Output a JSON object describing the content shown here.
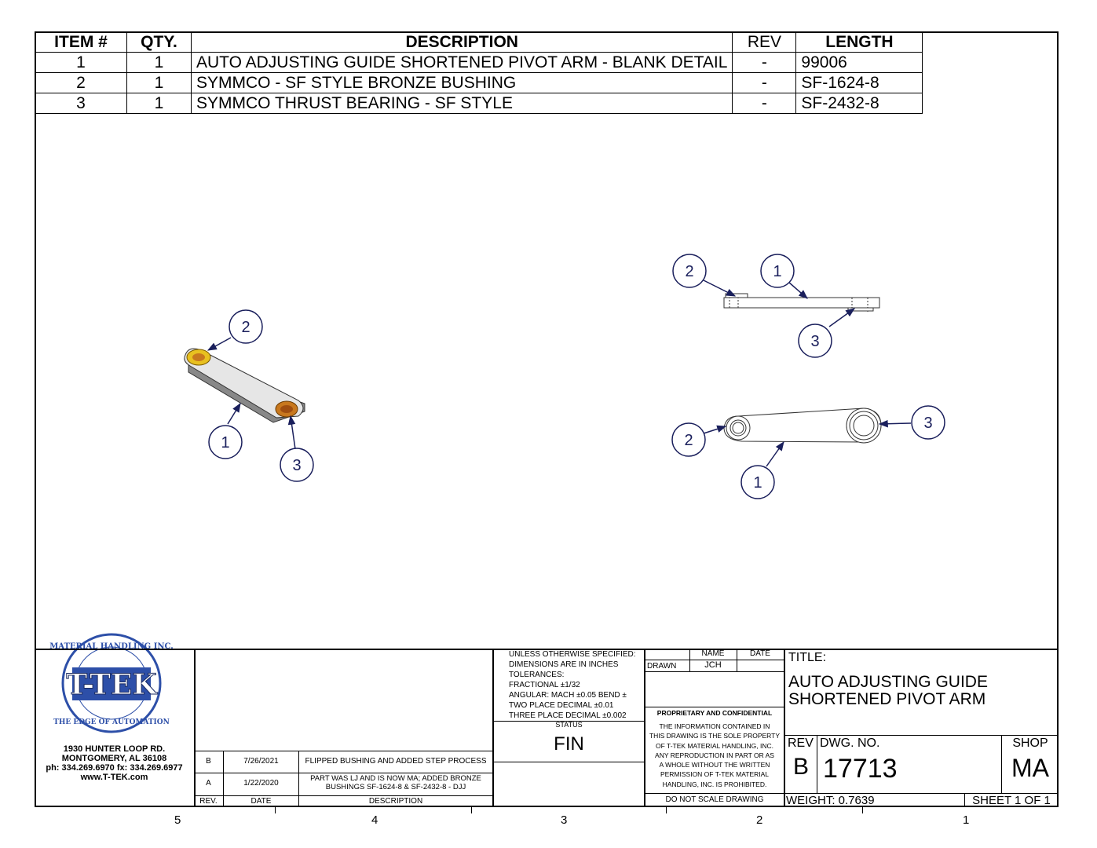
{
  "bom": {
    "headers": [
      "ITEM #",
      "QTY.",
      "DESCRIPTION",
      "REV",
      "LENGTH"
    ],
    "rows": [
      {
        "item": "1",
        "qty": "1",
        "description": "AUTO ADJUSTING GUIDE SHORTENED PIVOT ARM - BLANK DETAIL",
        "rev": "-",
        "length": "99006"
      },
      {
        "item": "2",
        "qty": "1",
        "description": "SYMMCO - SF STYLE BRONZE BUSHING",
        "rev": "-",
        "length": "SF-1624-8"
      },
      {
        "item": "3",
        "qty": "1",
        "description": "SYMMCO THRUST BEARING - SF STYLE",
        "rev": "-",
        "length": "SF-2432-8"
      }
    ]
  },
  "balloons": [
    "1",
    "2",
    "3"
  ],
  "company": {
    "logo_top": "MATERIAL HANDLING INC.",
    "logo_main": "T-TEK",
    "logo_bottom": "THE EDGE OF AUTOMATION",
    "address1": "1930 HUNTER LOOP RD.",
    "address2": "MONTGOMERY, AL   36108",
    "phone": "ph: 334.269.6970 fx: 334.269.6977",
    "web": "www.T-TEK.com"
  },
  "revisions": {
    "headers": {
      "rev": "REV.",
      "date": "DATE",
      "description": "DESCRIPTION"
    },
    "rows": [
      {
        "rev": "B",
        "date": "7/26/2021",
        "description": "FLIPPED BUSHING AND ADDED STEP PROCESS"
      },
      {
        "rev": "A",
        "date": "1/22/2020",
        "description": "PART WAS LJ AND IS NOW MA; ADDED BRONZE BUSHINGS SF-1624-8 & SF-2432-8 - DJJ"
      }
    ]
  },
  "tolerances": {
    "l1": "UNLESS OTHERWISE SPECIFIED:",
    "l2": "DIMENSIONS ARE IN INCHES",
    "l3": "TOLERANCES:",
    "l4": "FRACTIONAL ±1/32",
    "l5": "ANGULAR: MACH ±0.05 BEND ±",
    "l6": "TWO PLACE DECIMAL   ±0.01",
    "l7": "THREE PLACE DECIMAL  ±0.002"
  },
  "status": {
    "label": "STATUS",
    "value": "FIN"
  },
  "drawn": {
    "name_header": "NAME",
    "date_header": "DATE",
    "label": "DRAWN",
    "name": "JCH",
    "date": ""
  },
  "proprietary": {
    "title": "PROPRIETARY AND CONFIDENTIAL",
    "l1": "THE INFORMATION CONTAINED IN",
    "l2": "THIS DRAWING IS THE SOLE PROPERTY",
    "l3": "OF T-TEK MATERIAL HANDLING, INC.",
    "l4": "ANY REPRODUCTION IN PART OR AS",
    "l5": "A WHOLE WITHOUT THE WRITTEN",
    "l6": "PERMISSION OF T-TEK MATERIAL",
    "l7": "HANDLING, INC. IS PROHIBITED.",
    "no_scale": "DO NOT SCALE DRAWING"
  },
  "title_block": {
    "title_label": "TITLE:",
    "title_l1": "AUTO ADJUSTING GUIDE",
    "title_l2": "SHORTENED PIVOT ARM",
    "rev_label": "REV",
    "rev": "B",
    "dwg_label": "DWG.  NO.",
    "dwg_no": "17713",
    "shop_label": "SHOP",
    "shop": "MA",
    "weight": "WEIGHT: 0.7639",
    "sheet": "SHEET 1 OF 1"
  },
  "zones": [
    "5",
    "4",
    "3",
    "2",
    "1"
  ],
  "colors": {
    "balloon": "#1a1f5c",
    "bronze": "#c8781e",
    "gold": "#e8c020",
    "logo_blue": "#2d4fa8"
  }
}
